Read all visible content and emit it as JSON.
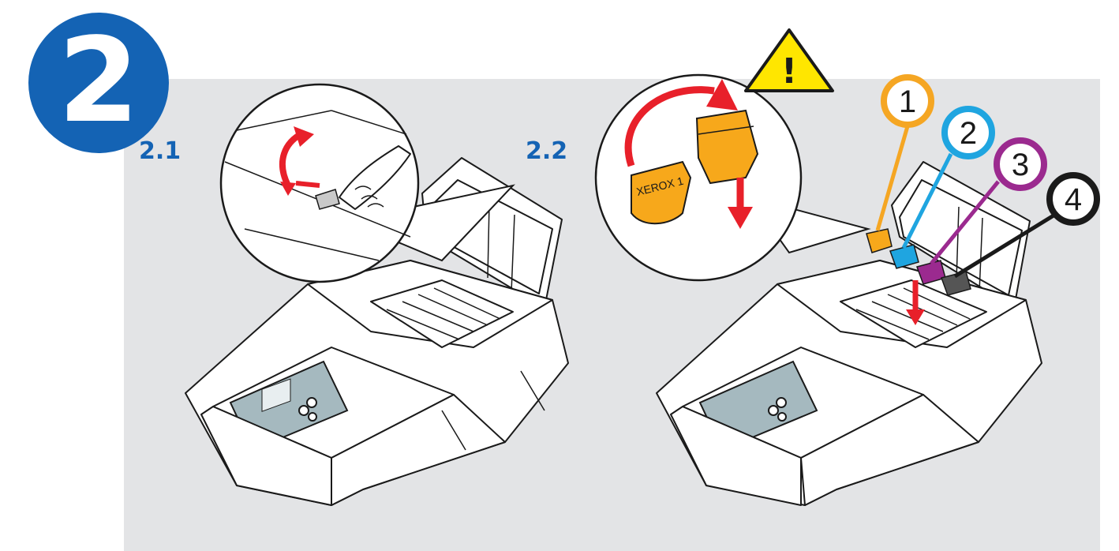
{
  "step": {
    "number": "2",
    "color": "#1463b4"
  },
  "substeps": [
    {
      "label": "2.1"
    },
    {
      "label": "2.2"
    }
  ],
  "warning": {
    "icon": "warning-triangle-icon",
    "symbol": "!",
    "color": "#ffe600"
  },
  "ink_stick_label": "XEROX 1",
  "ink_slots": [
    {
      "number": "1",
      "color": "#f5a623"
    },
    {
      "number": "2",
      "color": "#1fa5e0"
    },
    {
      "number": "3",
      "color": "#9b2a8f"
    },
    {
      "number": "4",
      "color": "#1a1a1a"
    }
  ],
  "colors": {
    "panel": "#e3e4e6",
    "arrow": "#e8202a",
    "ink_yellow": "#f7a81b"
  }
}
